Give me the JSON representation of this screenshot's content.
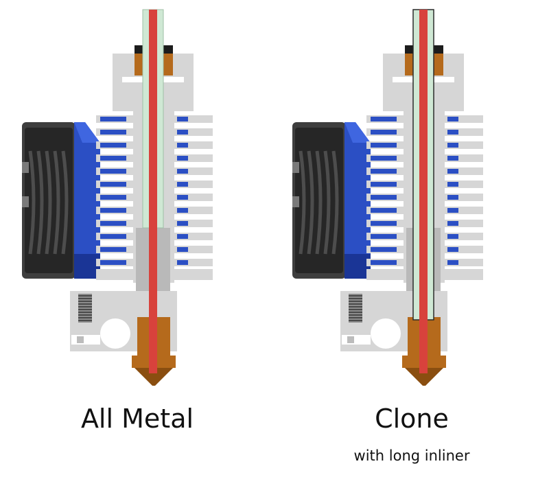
{
  "panels": [
    {
      "title": "All Metal",
      "subtitle": "",
      "liner": "short"
    },
    {
      "title": "Clone",
      "subtitle": "with long inliner",
      "liner": "long"
    }
  ],
  "colors": {
    "background": "#ffffff",
    "aluminum": "#d6d6d6",
    "aluminum_dark": "#bcbcbc",
    "fan_body": "#3e3e3e",
    "fan_dark": "#262626",
    "fan_shroud": "#2b4fc4",
    "fan_shroud_dark": "#1a3596",
    "filament": "#d8423c",
    "ptfe_liner": "#cfe8d4",
    "liner_outline": "#2a2a2a",
    "brass": "#b56a1c",
    "brass_dark": "#8a4e10",
    "heat_break": "#b9b9b9"
  }
}
